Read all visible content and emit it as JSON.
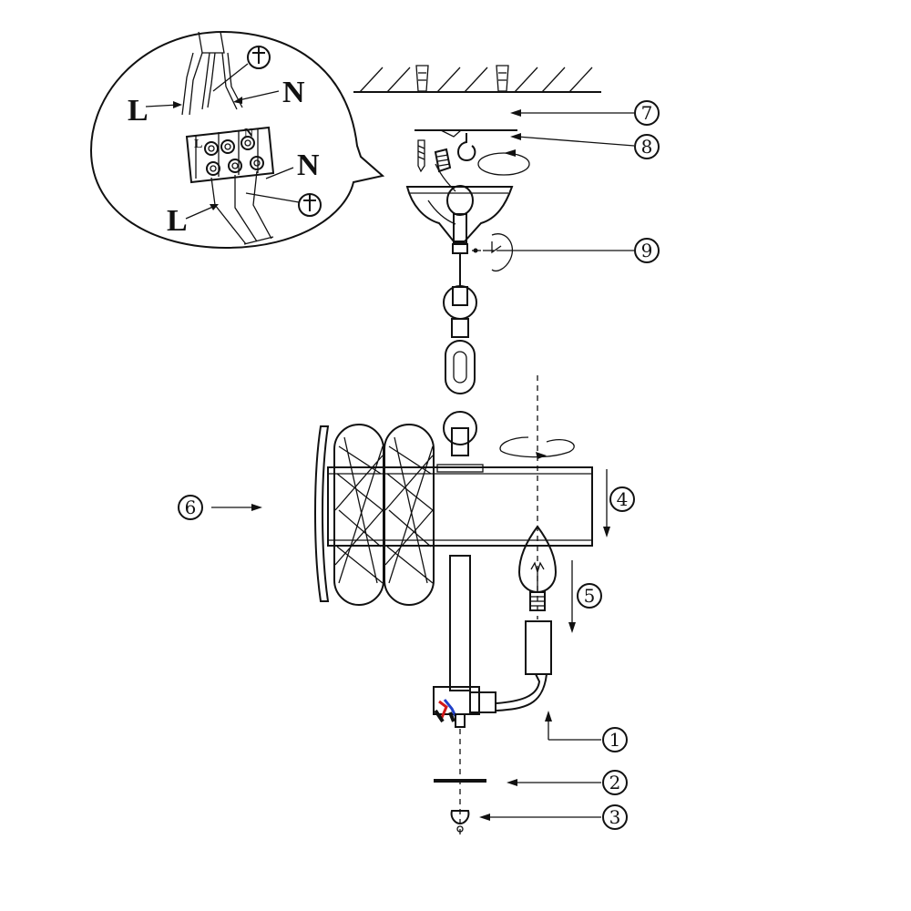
{
  "wiring_detail": {
    "wire_labels": {
      "top_live": "L",
      "top_neutral": "N",
      "bottom_live": "L",
      "bottom_neutral": "N",
      "block_live": "L",
      "block_neutral": "N"
    },
    "ground_symbol": "earth-ground-icon"
  },
  "callouts": [
    {
      "id": "c1",
      "label": "1"
    },
    {
      "id": "c2",
      "label": "2"
    },
    {
      "id": "c3",
      "label": "3"
    },
    {
      "id": "c4",
      "label": "4"
    },
    {
      "id": "c5",
      "label": "5"
    },
    {
      "id": "c6",
      "label": "6"
    },
    {
      "id": "c7",
      "label": "7"
    },
    {
      "id": "c8",
      "label": "8"
    },
    {
      "id": "c9",
      "label": "9"
    }
  ],
  "colors": {
    "line": "#111111",
    "background": "#ffffff",
    "wire_red": "#d01818",
    "wire_blue": "#2040c8"
  }
}
